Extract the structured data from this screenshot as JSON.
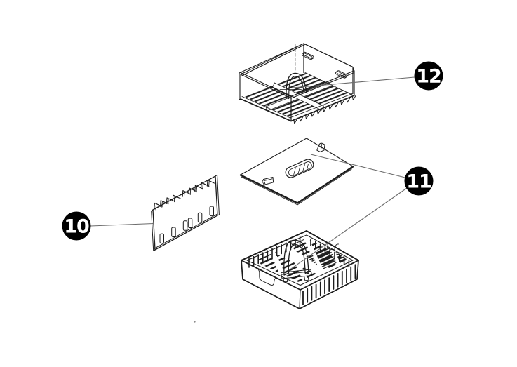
{
  "figure": {
    "kind": "exploded-parts-diagram",
    "background_color": "#ffffff",
    "line_color": "#1c1c1c",
    "leader_line_color": "#6b6b6b",
    "callouts": [
      {
        "label": "10",
        "fill": "#000000",
        "text_color": "#ffffff"
      },
      {
        "label": "11",
        "fill": "#000000",
        "text_color": "#ffffff"
      },
      {
        "label": "12",
        "fill": "#000000",
        "text_color": "#ffffff"
      }
    ]
  }
}
